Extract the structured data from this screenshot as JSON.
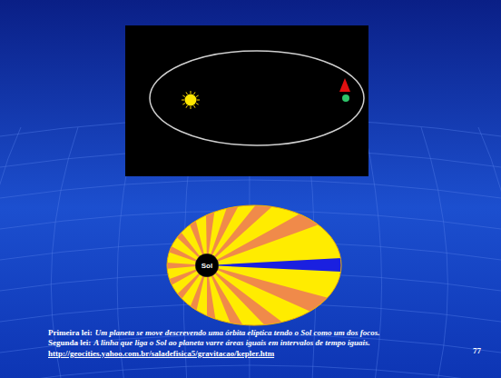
{
  "diagram": {
    "nodes": [
      {
        "text": [
          "Sol"
        ]
      }
    ],
    "labels": [
      "Primeira lei:",
      "Um planeta se move descrevendo uma órbita elíptica tendo o Sol como um dos focos.",
      "Segunda lei:",
      "A linha que liga o Sol ao planeta varre áreas iguais em intervalos de tempo iguais.",
      "http://geocities.yahoo.com.br/saladefisica5/gravitacao/kepler.htm",
      "77"
    ]
  }
}
